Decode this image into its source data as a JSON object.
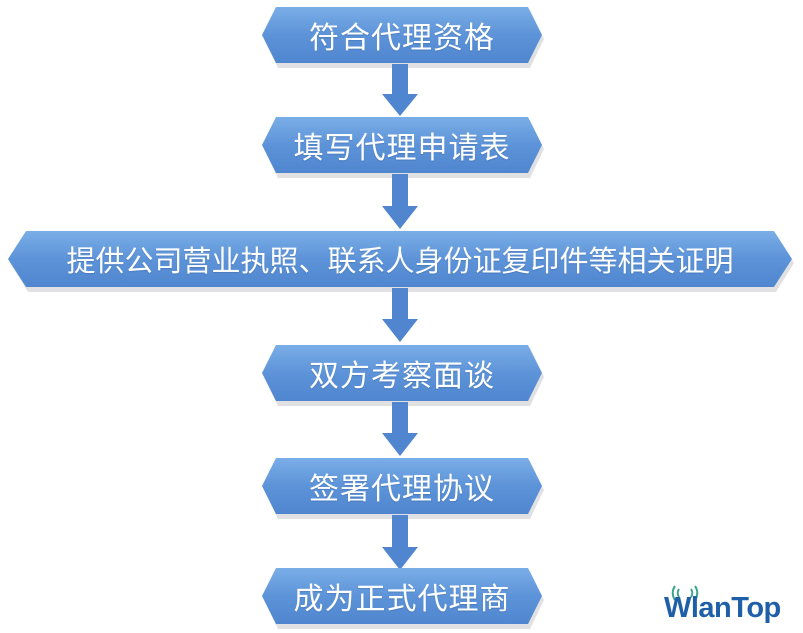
{
  "steps": [
    {
      "label": "符合代理资格"
    },
    {
      "label": "填写代理申请表"
    },
    {
      "label": "提供公司营业执照、联系人身份证复印件等相关证明"
    },
    {
      "label": "双方考察面谈"
    },
    {
      "label": "签署代理协议"
    },
    {
      "label": "成为正式代理商"
    }
  ],
  "logo": {
    "text": "WlanTop"
  },
  "colors": {
    "step_fill_top": "#7aaee8",
    "step_fill_bottom": "#4f86cf",
    "arrow_fill": "#4f86cf",
    "step_text": "#ffffff",
    "logo_text": "#1f5fa8",
    "logo_waves": "#3aa58c"
  }
}
